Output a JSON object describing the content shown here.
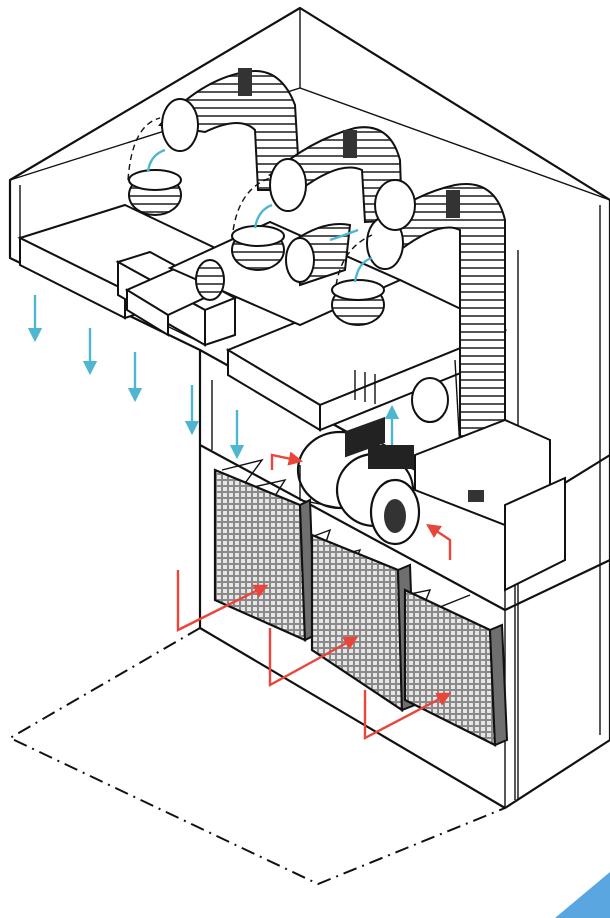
{
  "colors": {
    "supply_air_arrows": "#4fb6d2",
    "return_air_arrows": "#e8463b",
    "outline": "#111111",
    "accent_corner": "#5aa6e0"
  },
  "components": [
    "ceiling-enclosure",
    "flexible-ducts",
    "supply-diffusers",
    "blower-fans",
    "control-box",
    "filter-grilles",
    "floor-footprint"
  ]
}
